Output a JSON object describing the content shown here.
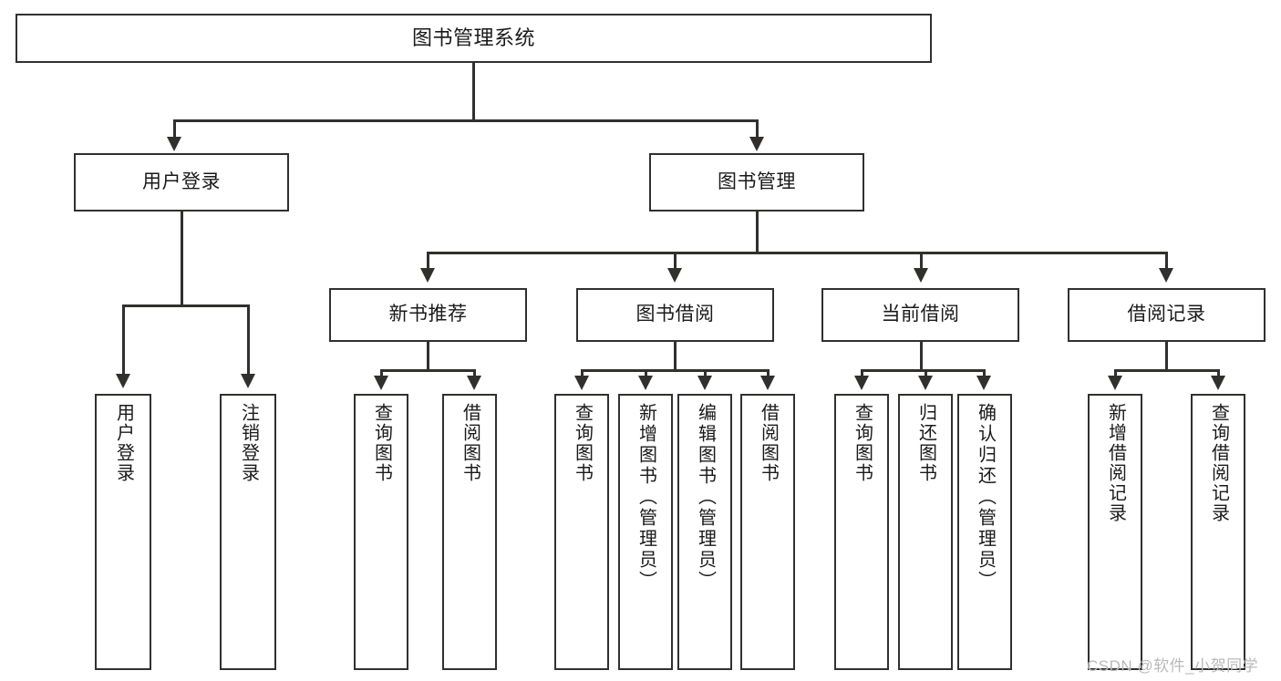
{
  "diagram": {
    "type": "tree-hierarchy-chart",
    "title": "图书管理系统",
    "root": {
      "label": "图书管理系统"
    },
    "level2": [
      {
        "label": "用户登录"
      },
      {
        "label": "图书管理"
      }
    ],
    "level3": [
      {
        "label": "新书推荐"
      },
      {
        "label": "图书借阅"
      },
      {
        "label": "当前借阅"
      },
      {
        "label": "借阅记录"
      }
    ],
    "leaves": {
      "user_login": [
        {
          "label": "用户登录"
        },
        {
          "label": "注销登录"
        }
      ],
      "new_book_recommend": [
        {
          "label": "查询图书"
        },
        {
          "label": "借阅图书"
        }
      ],
      "book_borrow": [
        {
          "label": "查询图书"
        },
        {
          "label": "新增图书（管理员）"
        },
        {
          "label": "编辑图书（管理员）"
        },
        {
          "label": "借阅图书"
        }
      ],
      "current_borrow": [
        {
          "label": "查询图书"
        },
        {
          "label": "归还图书"
        },
        {
          "label": "确认归还（管理员）"
        }
      ],
      "borrow_record": [
        {
          "label": "新增借阅记录"
        },
        {
          "label": "查询借阅记录"
        }
      ]
    },
    "watermark": "CSDN @软件_小贺同学",
    "colors": {
      "stroke": "#31302f",
      "fill": "#ffffff",
      "text": "#1a1a1a",
      "watermark": "#b9b9b9"
    }
  }
}
